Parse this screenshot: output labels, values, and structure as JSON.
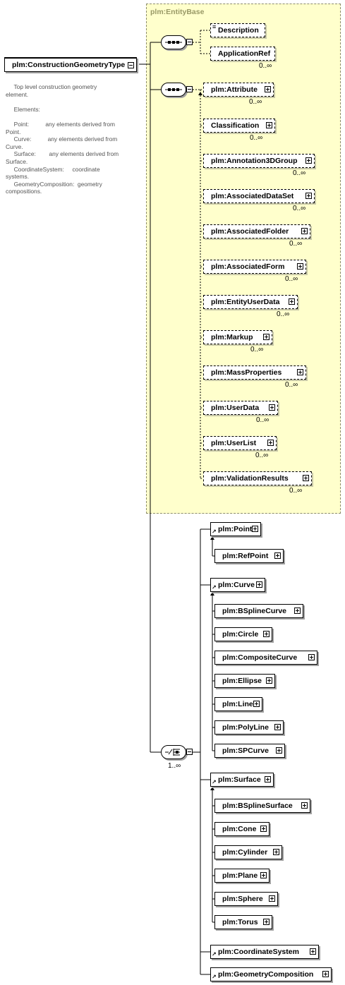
{
  "root": {
    "label": "plm:ConstructionGeometryType"
  },
  "documentation": [
    "     Top level construction geometry",
    "element.",
    "",
    "     Elements:",
    "",
    "     Point:          any elements derived from",
    "Point.",
    "     Curve:          any elements derived from",
    "Curve.",
    "     Surface:        any elements derived from",
    "Surface.",
    "     CoordinateSystem:     coordinate",
    "systems.",
    "     GeometryComposition:  geometry",
    "compositions."
  ],
  "entity_base": {
    "title": "plm:EntityBase",
    "first_sequence": {
      "items": [
        {
          "label": "Description"
        },
        {
          "label": "ApplicationRef",
          "cardinality": "0..∞"
        }
      ]
    },
    "second_sequence": {
      "items": [
        {
          "label": "plm:Attribute",
          "cardinality": "0..∞"
        },
        {
          "label": "Classification",
          "cardinality": "0..∞"
        },
        {
          "label": "plm:Annotation3DGroup",
          "cardinality": "0..∞"
        },
        {
          "label": "plm:AssociatedDataSet",
          "cardinality": "0..∞"
        },
        {
          "label": "plm:AssociatedFolder",
          "cardinality": "0..∞"
        },
        {
          "label": "plm:AssociatedForm",
          "cardinality": "0..∞"
        },
        {
          "label": "plm:EntityUserData",
          "cardinality": "0..∞"
        },
        {
          "label": "plm:Markup",
          "cardinality": "0..∞"
        },
        {
          "label": "plm:MassProperties",
          "cardinality": "0..∞"
        },
        {
          "label": "plm:UserData",
          "cardinality": "0..∞"
        },
        {
          "label": "plm:UserList",
          "cardinality": "0..∞"
        },
        {
          "label": "plm:ValidationResults",
          "cardinality": "0..∞"
        }
      ]
    }
  },
  "choice": {
    "cardinality": "1..∞",
    "groups": [
      {
        "head": "plm:Point",
        "members": [
          "plm:RefPoint"
        ]
      },
      {
        "head": "plm:Curve",
        "members": [
          "plm:BSplineCurve",
          "plm:Circle",
          "plm:CompositeCurve",
          "plm:Ellipse",
          "plm:Line",
          "plm:PolyLine",
          "plm:SPCurve"
        ]
      },
      {
        "head": "plm:Surface",
        "members": [
          "plm:BSplineSurface",
          "plm:Cone",
          "plm:Cylinder",
          "plm:Plane",
          "plm:Sphere",
          "plm:Torus"
        ]
      },
      {
        "head": "plm:CoordinateSystem",
        "members": []
      },
      {
        "head": "plm:GeometryComposition",
        "members": []
      }
    ]
  }
}
